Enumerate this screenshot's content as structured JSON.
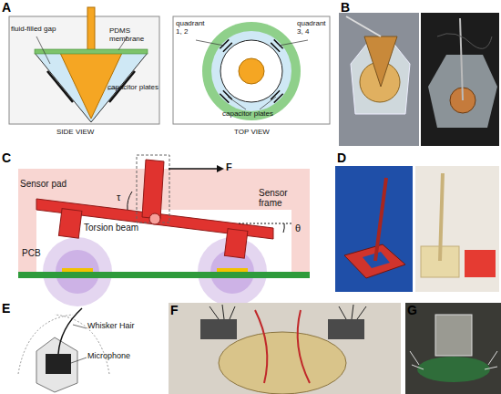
{
  "diagram": {
    "labels": [
      "A",
      "fluid-filled gap",
      "PDMS membrane",
      "capacitor plates",
      "SIDE VIEW",
      "quadrant 1, 2",
      "quadrant 3, 4",
      "capacitor plates",
      "TOP VIEW",
      "B",
      "C",
      "Sensor pad",
      "Torsion beam",
      "Sensor frame",
      "PCB",
      "τ",
      "F",
      "θ",
      "D",
      "E",
      "Whisker Hair",
      "Microphone",
      "F",
      "G"
    ]
  }
}
